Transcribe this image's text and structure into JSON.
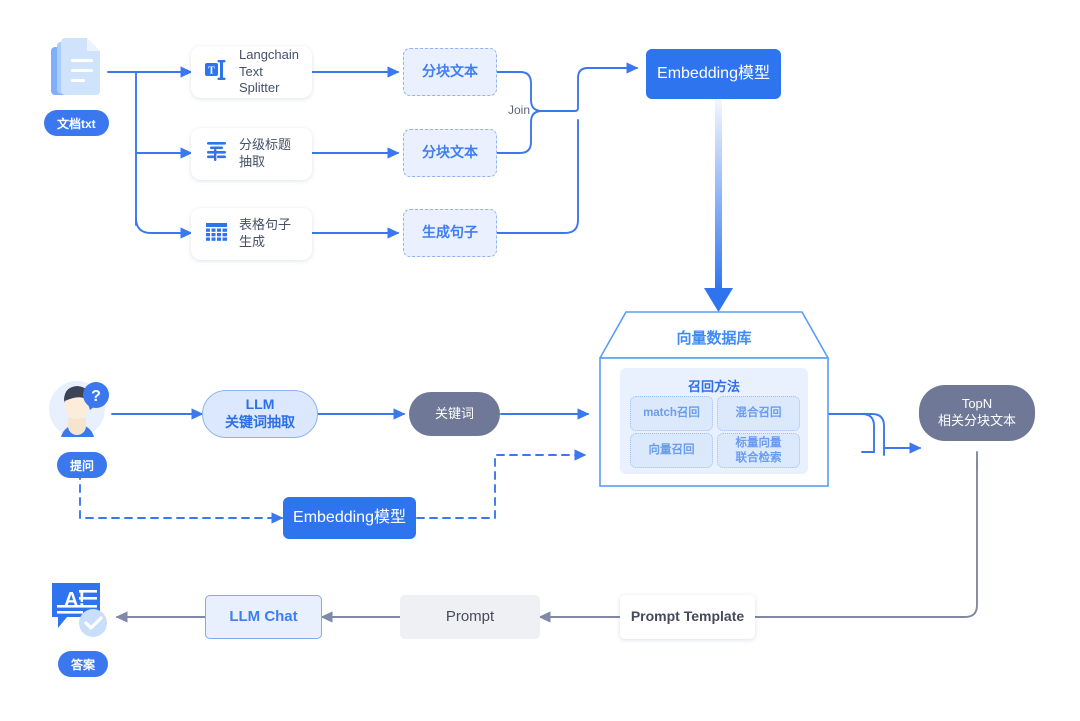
{
  "diagram": {
    "title": "RAG pipeline flow diagram",
    "colors": {
      "primary_blue": "#2e74ef",
      "light_blue_fill": "#eaf0fe",
      "dashed_border": "#8fb4f5",
      "slate": "#6f7997",
      "gray_fill": "#eff0f3",
      "arrow_blue": "#3b78f0",
      "arrow_slate": "#8089a6"
    },
    "ingest": {
      "source_tag": "文档txt",
      "source_icon": "documents-icon",
      "processors": [
        {
          "icon": "langchain-splitter-icon",
          "label": "Langchain\nText Splitter",
          "line1": "Langchain",
          "line2": "Text Splitter"
        },
        {
          "icon": "heading-extract-icon",
          "label": "分级标题抽取"
        },
        {
          "icon": "table-grid-icon",
          "label": "表格句子生成"
        }
      ],
      "outputs": [
        {
          "label": "分块文本"
        },
        {
          "label": "分块文本"
        },
        {
          "label": "生成句子"
        }
      ],
      "join_label": "Join",
      "embedding_label": "Embedding模型"
    },
    "vector_db": {
      "title": "向量数据库",
      "inner_title": "召回方法",
      "methods": [
        {
          "label": "match召回"
        },
        {
          "label": "混合召回"
        },
        {
          "label": "向量召回"
        },
        {
          "label": "标量向量\n联合检索",
          "line1": "标量向量",
          "line2": "联合检索"
        }
      ]
    },
    "query": {
      "user_tag": "提问",
      "user_icon": "user-question-icon",
      "llm_keyword": {
        "line1": "LLM",
        "line2": "关键词抽取"
      },
      "keyword_label": "关键词",
      "embedding_label": "Embedding模型",
      "topn": {
        "line1": "TopN",
        "line2": "相关分块文本"
      }
    },
    "answer": {
      "answer_tag": "答案",
      "answer_icon": "answer-bubble-icon",
      "llm_chat": "LLM Chat",
      "prompt": "Prompt",
      "prompt_template": "Prompt Template"
    }
  }
}
